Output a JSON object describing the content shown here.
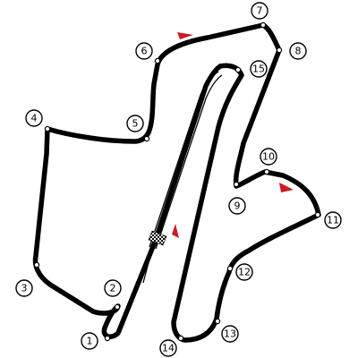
{
  "circuit": {
    "track_color": "#000000",
    "flag_color": "#cc1a24",
    "turns": [
      {
        "label": "1"
      },
      {
        "label": "2"
      },
      {
        "label": "3"
      },
      {
        "label": "4"
      },
      {
        "label": "5"
      },
      {
        "label": "6"
      },
      {
        "label": "7"
      },
      {
        "label": "8"
      },
      {
        "label": "9"
      },
      {
        "label": "10"
      },
      {
        "label": "11"
      },
      {
        "label": "12"
      },
      {
        "label": "13"
      },
      {
        "label": "14"
      },
      {
        "label": "15"
      }
    ],
    "icons": {
      "start_finish": "checkered-flag-icon",
      "direction": "red-triangle-flag-icon"
    }
  }
}
